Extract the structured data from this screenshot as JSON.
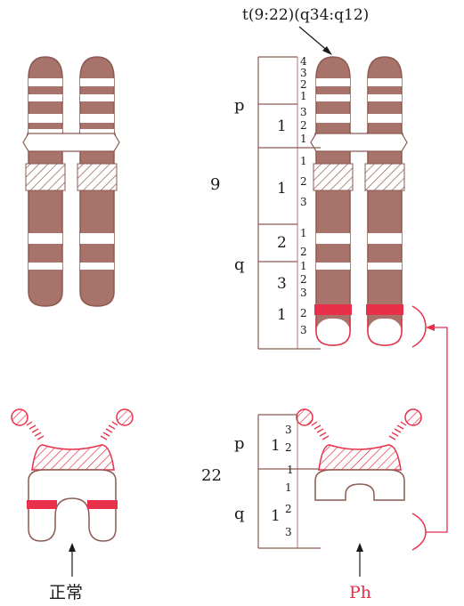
{
  "title": "t(9:22)(q34:q12)",
  "colors": {
    "chromatid_dark": "#a8736a",
    "outline": "#8c5a52",
    "highlight": "#e8304a",
    "text": "#1a1a1a"
  },
  "chromosome_9": {
    "number": "9",
    "p_arm": "p",
    "q_arm": "q",
    "p_regions": [
      {
        "region": "",
        "bands": [
          "4",
          "3",
          "2",
          "1"
        ]
      },
      {
        "region": "1",
        "bands": [
          "3",
          "2",
          "1"
        ]
      }
    ],
    "q_regions": [
      {
        "region": "1",
        "bands": [
          "1",
          "2",
          "3"
        ]
      },
      {
        "region": "2",
        "bands": [
          "1",
          "2"
        ]
      },
      {
        "region": "3",
        "bands": [
          "1",
          "2",
          "3"
        ]
      },
      {
        "region": "1",
        "bands": [
          "2",
          "3"
        ]
      }
    ]
  },
  "chromosome_22": {
    "number": "22",
    "p_arm": "p",
    "q_arm": "q",
    "p_regions": [
      {
        "region": "1",
        "bands": [
          "3",
          "2"
        ]
      }
    ],
    "centromere_band": "1",
    "q_regions": [
      {
        "region": "1",
        "bands": [
          "1",
          "2",
          "3"
        ]
      }
    ]
  },
  "captions": {
    "normal": "正常",
    "philadelphia": "Ph"
  }
}
